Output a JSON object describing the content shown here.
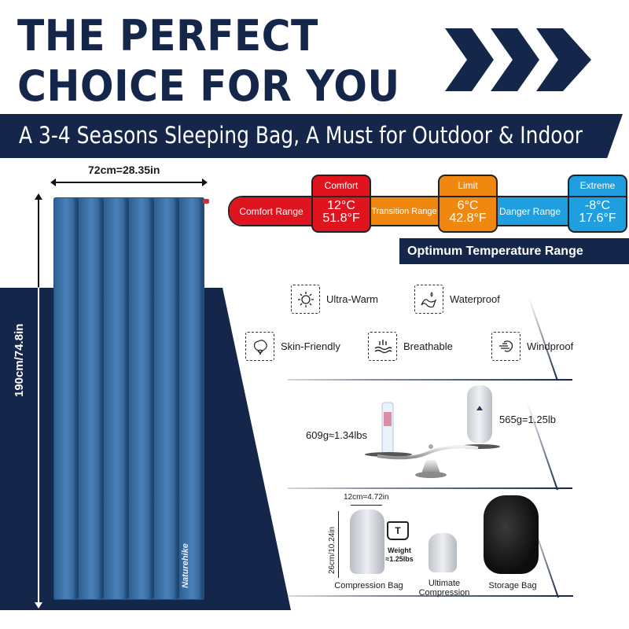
{
  "headline": {
    "line1": "THE PERFECT",
    "line2": "CHOICE FOR YOU"
  },
  "subtitle_band": "A 3-4 Seasons Sleeping Bag, A Must for Outdoor & Indoor",
  "colors": {
    "navy": "#14264a",
    "comfort_red": "#e0141f",
    "limit_orange": "#f0870e",
    "extreme_blue": "#1f9fe0",
    "bag_blue": "#3a6da2"
  },
  "dimensions": {
    "width_label": "72cm=28.35in",
    "height_label": "190cm/74.8in",
    "brand": "Naturehike"
  },
  "temperature": {
    "comfort_range": "Comfort Range",
    "transition_range": "Transition Range",
    "danger_range": "Danger Range",
    "comfort": {
      "label": "Comfort",
      "celsius": "12°C",
      "fahrenheit": "51.8°F"
    },
    "limit": {
      "label": "Limit",
      "celsius": "6°C",
      "fahrenheit": "42.8°F"
    },
    "extreme": {
      "label": "Extreme",
      "celsius": "-8°C",
      "fahrenheit": "17.6°F"
    },
    "optimum_label": "Optimum Temperature Range"
  },
  "features": [
    {
      "icon": "sun-icon",
      "label": "Ultra-Warm"
    },
    {
      "icon": "water-drop-icon",
      "label": "Waterproof"
    },
    {
      "icon": "cotton-icon",
      "label": "Skin-Friendly"
    },
    {
      "icon": "breathable-waves-icon",
      "label": "Breathable"
    },
    {
      "icon": "wind-icon",
      "label": "Windproof"
    }
  ],
  "weight_compare": {
    "bottle_weight": "609g≈1.34lbs",
    "bag_weight": "565g=1.25lb"
  },
  "packing": {
    "width_dim": "12cm=4.72in",
    "height_dim": "26cm/10.24in",
    "weight_icon_letter": "T",
    "weight_title": "Weight",
    "weight_value": "≈1.25lbs",
    "compression_bag": "Compression Bag",
    "ultimate_line1": "Ultimate",
    "ultimate_line2": "Compression",
    "storage_bag": "Storage Bag"
  }
}
